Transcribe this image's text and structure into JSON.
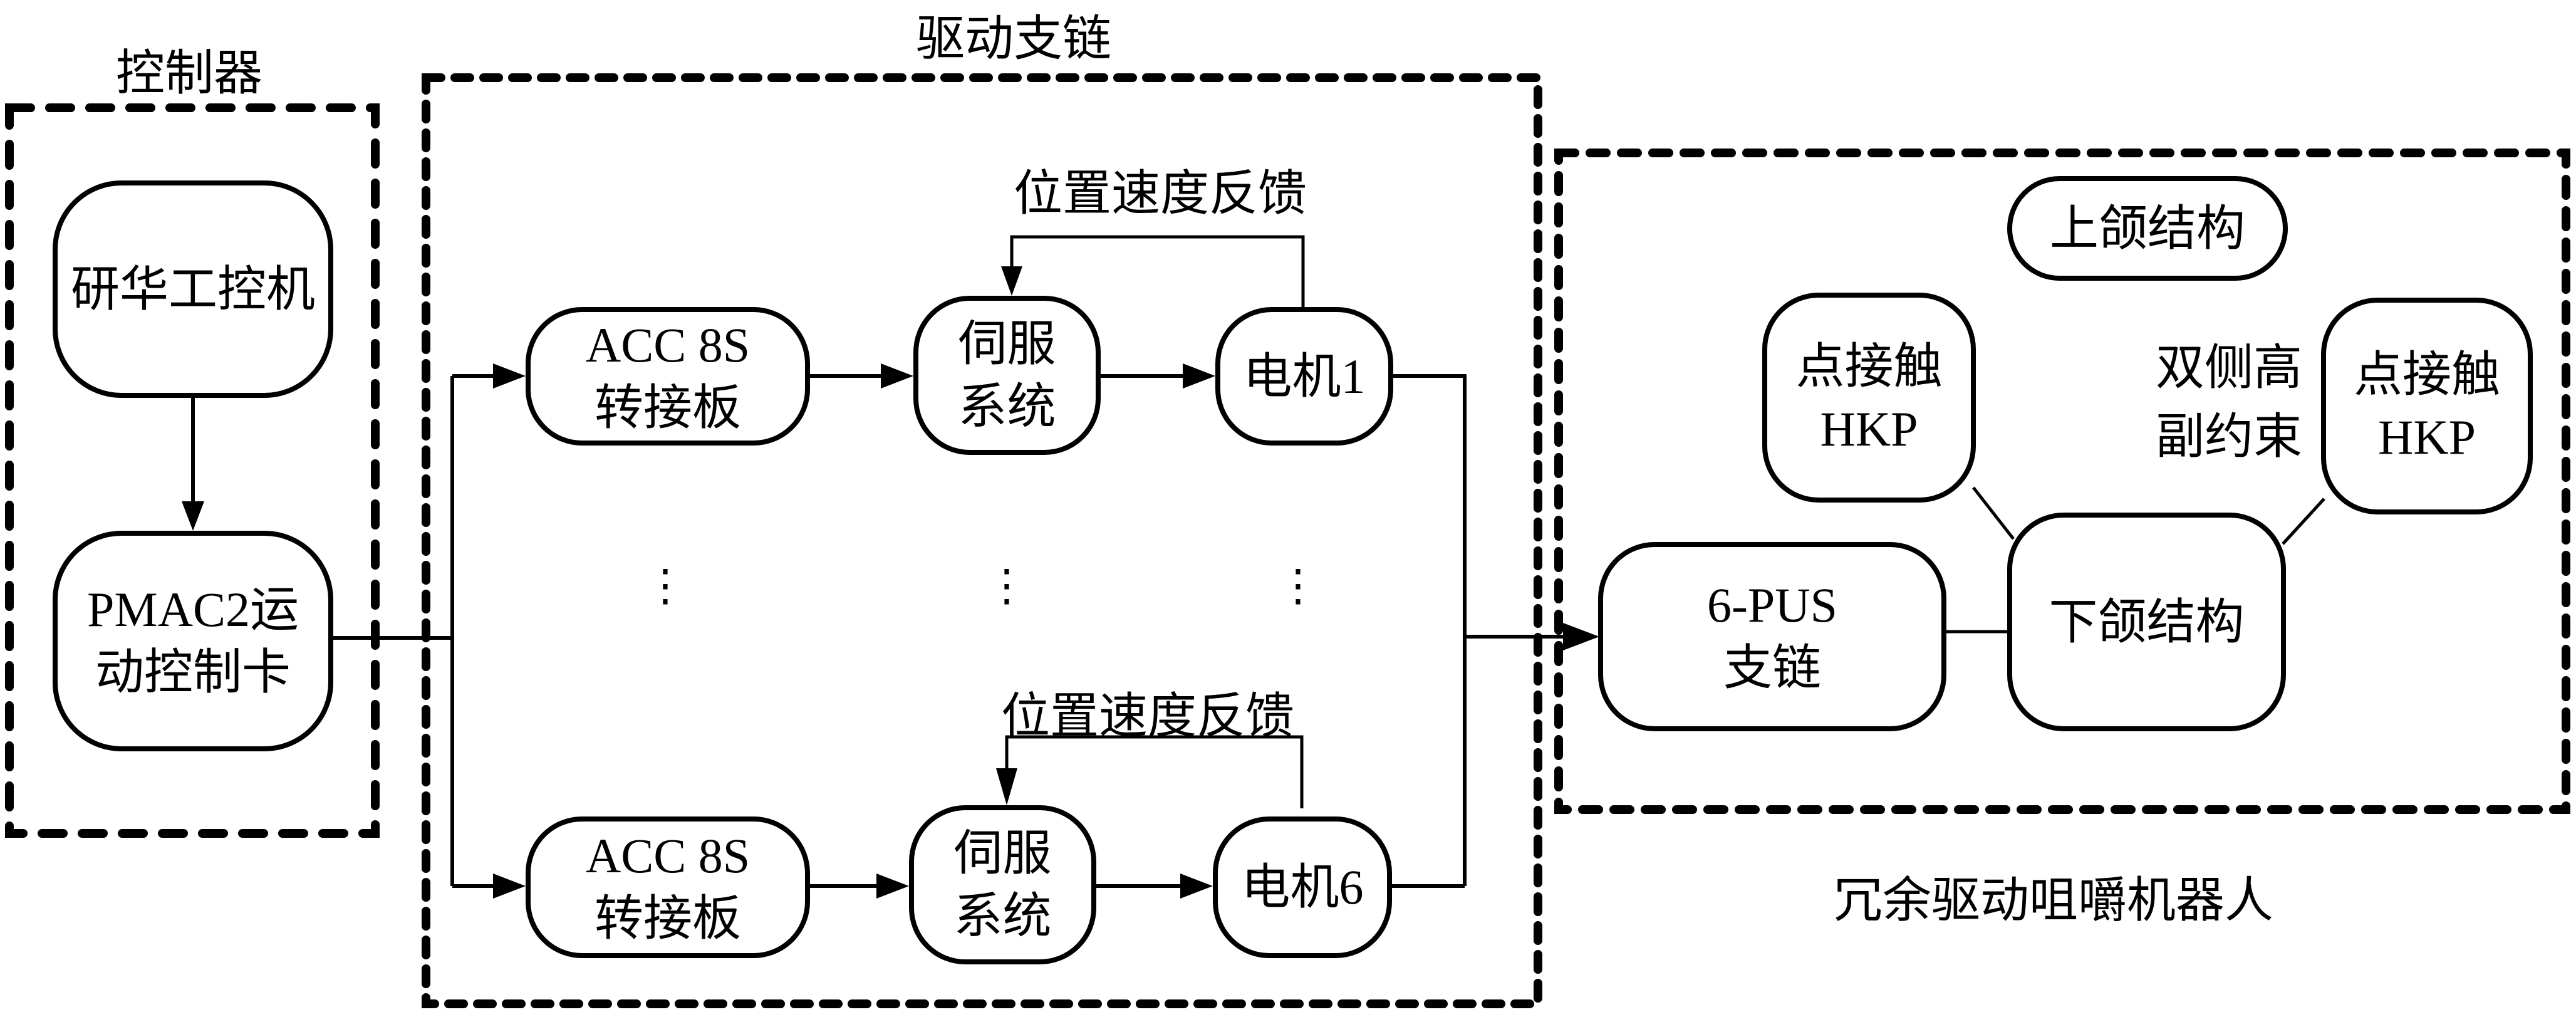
{
  "title": "冗余驱动咀嚼机器人控制系统框图",
  "groups": {
    "controller": {
      "label": "控制器"
    },
    "drive_chain": {
      "label": "驱动支链"
    },
    "robot": {
      "label": "冗余驱动咀嚼机器人"
    }
  },
  "controller": {
    "ipc": "研华工控机",
    "pmac_line1": "PMAC2运",
    "pmac_line2": "动控制卡"
  },
  "branches": [
    {
      "adapter_line1": "ACC 8S",
      "adapter_line2": "转接板",
      "servo_line1": "伺服",
      "servo_line2": "系统",
      "motor": "电机1",
      "feedback": "位置速度反馈"
    },
    {
      "adapter_line1": "ACC 8S",
      "adapter_line2": "转接板",
      "servo_line1": "伺服",
      "servo_line2": "系统",
      "motor": "电机6",
      "feedback": "位置速度反馈"
    }
  ],
  "ellipsis": "⋮",
  "robot": {
    "upper_jaw": "上颌结构",
    "lower_jaw": "下颌结构",
    "hkp_left_line1": "点接触",
    "hkp_left_line2": "HKP",
    "hkp_right_line1": "点接触",
    "hkp_right_line2": "HKP",
    "constraint_line1": "双侧高",
    "constraint_line2": "副约束",
    "pus_line1": "6-PUS",
    "pus_line2": "支链"
  }
}
